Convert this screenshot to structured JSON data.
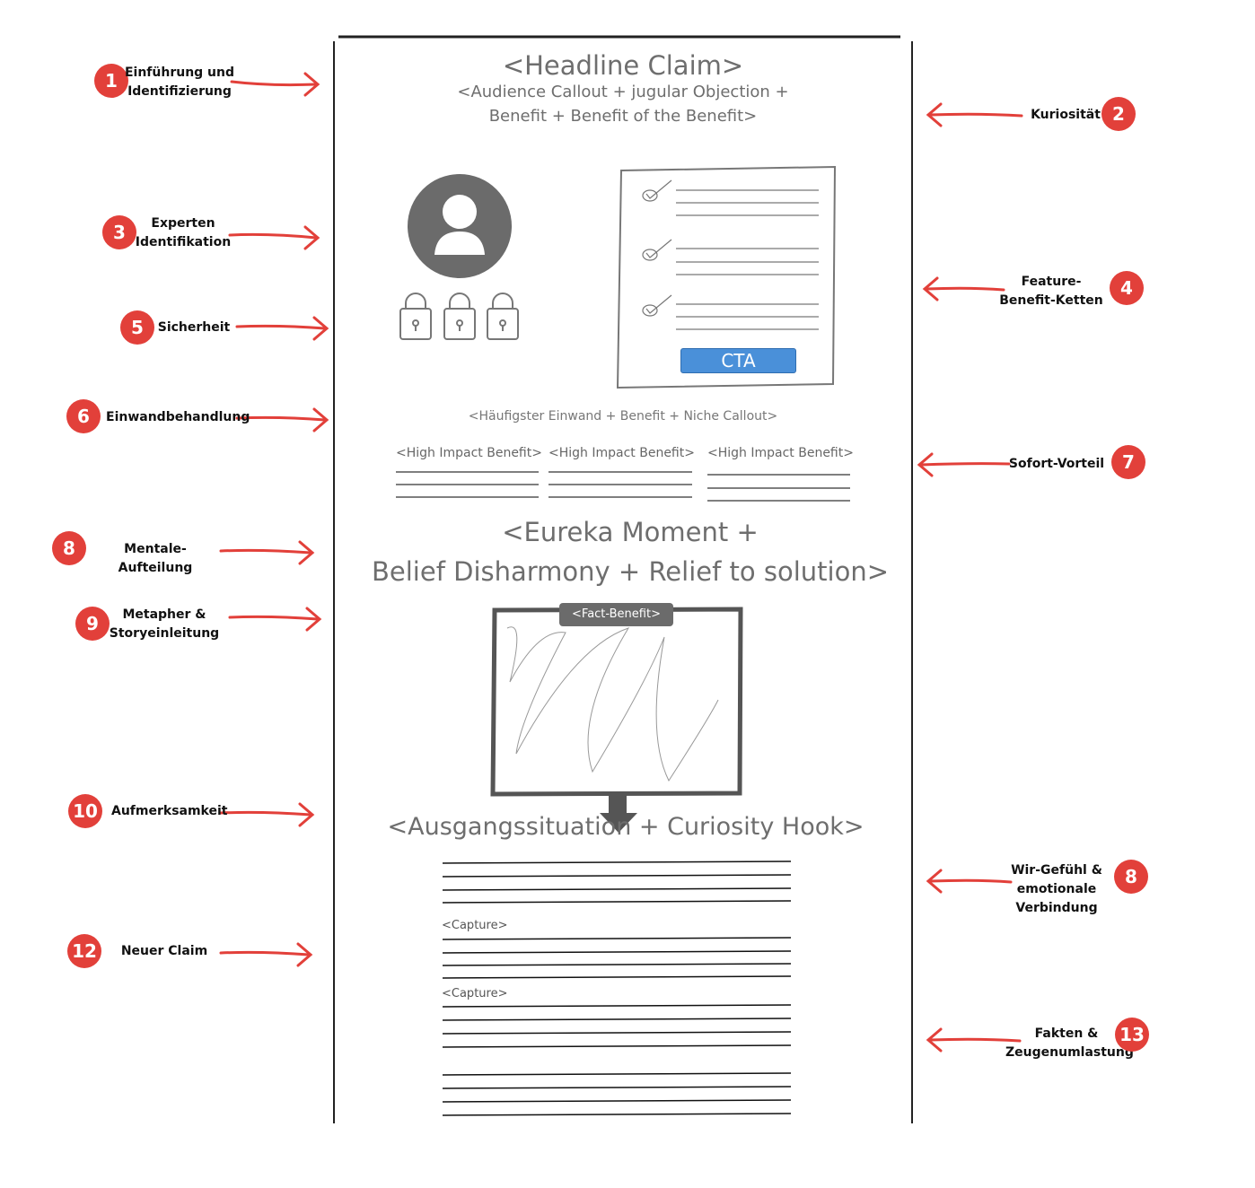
{
  "wireframe": {
    "headline": "<Headline Claim>",
    "subline_1": "<Audience Callout + jugular Objection +",
    "subline_2": "Benefit + Benefit of the Benefit>",
    "cta_label": "CTA",
    "objection_callout": "<Häufigster Einwand + Benefit + Niche Callout>",
    "benefits": [
      "<High Impact Benefit>",
      "<High Impact Benefit>",
      "<High Impact Benefit>"
    ],
    "eureka_1": "<Eureka Moment +",
    "eureka_2": "Belief Disharmony + Relief to solution>",
    "fact_benefit_tag": "<Fact-Benefit>",
    "curiosity_heading": "<Ausgangssituation + Curiosity Hook>",
    "captures": [
      "<Capture>",
      "<Capture>"
    ]
  },
  "annotations_left": [
    {
      "number": "1",
      "lines": [
        "Einführung und",
        "Identifizierung"
      ]
    },
    {
      "number": "3",
      "lines": [
        "Experten",
        "Identifikation"
      ]
    },
    {
      "number": "5",
      "lines": [
        "Sicherheit"
      ]
    },
    {
      "number": "6",
      "lines": [
        "Einwandbehandlung"
      ]
    },
    {
      "number": "8",
      "lines": [
        "Mentale-Aufteilung"
      ]
    },
    {
      "number": "9",
      "lines": [
        "Metapher &",
        "Storyeinleitung"
      ]
    },
    {
      "number": "10",
      "lines": [
        "Aufmerksamkeit"
      ]
    },
    {
      "number": "12",
      "lines": [
        "Neuer Claim"
      ]
    }
  ],
  "annotations_right": [
    {
      "number": "2",
      "lines": [
        "Kuriosität"
      ]
    },
    {
      "number": "4",
      "lines": [
        "Feature-",
        "Benefit-Ketten"
      ]
    },
    {
      "number": "7",
      "lines": [
        "Sofort-Vorteil"
      ]
    },
    {
      "number": "8",
      "lines": [
        "Wir-Gefühl &",
        "emotionale",
        "Verbindung"
      ]
    },
    {
      "number": "13",
      "lines": [
        "Fakten &",
        "Zeugenumlastung"
      ]
    }
  ],
  "colors": {
    "badge": "#e2403a",
    "arrow": "#e2403a",
    "cta": "#4a90d9",
    "wire_gray": "#6e6e6e"
  }
}
